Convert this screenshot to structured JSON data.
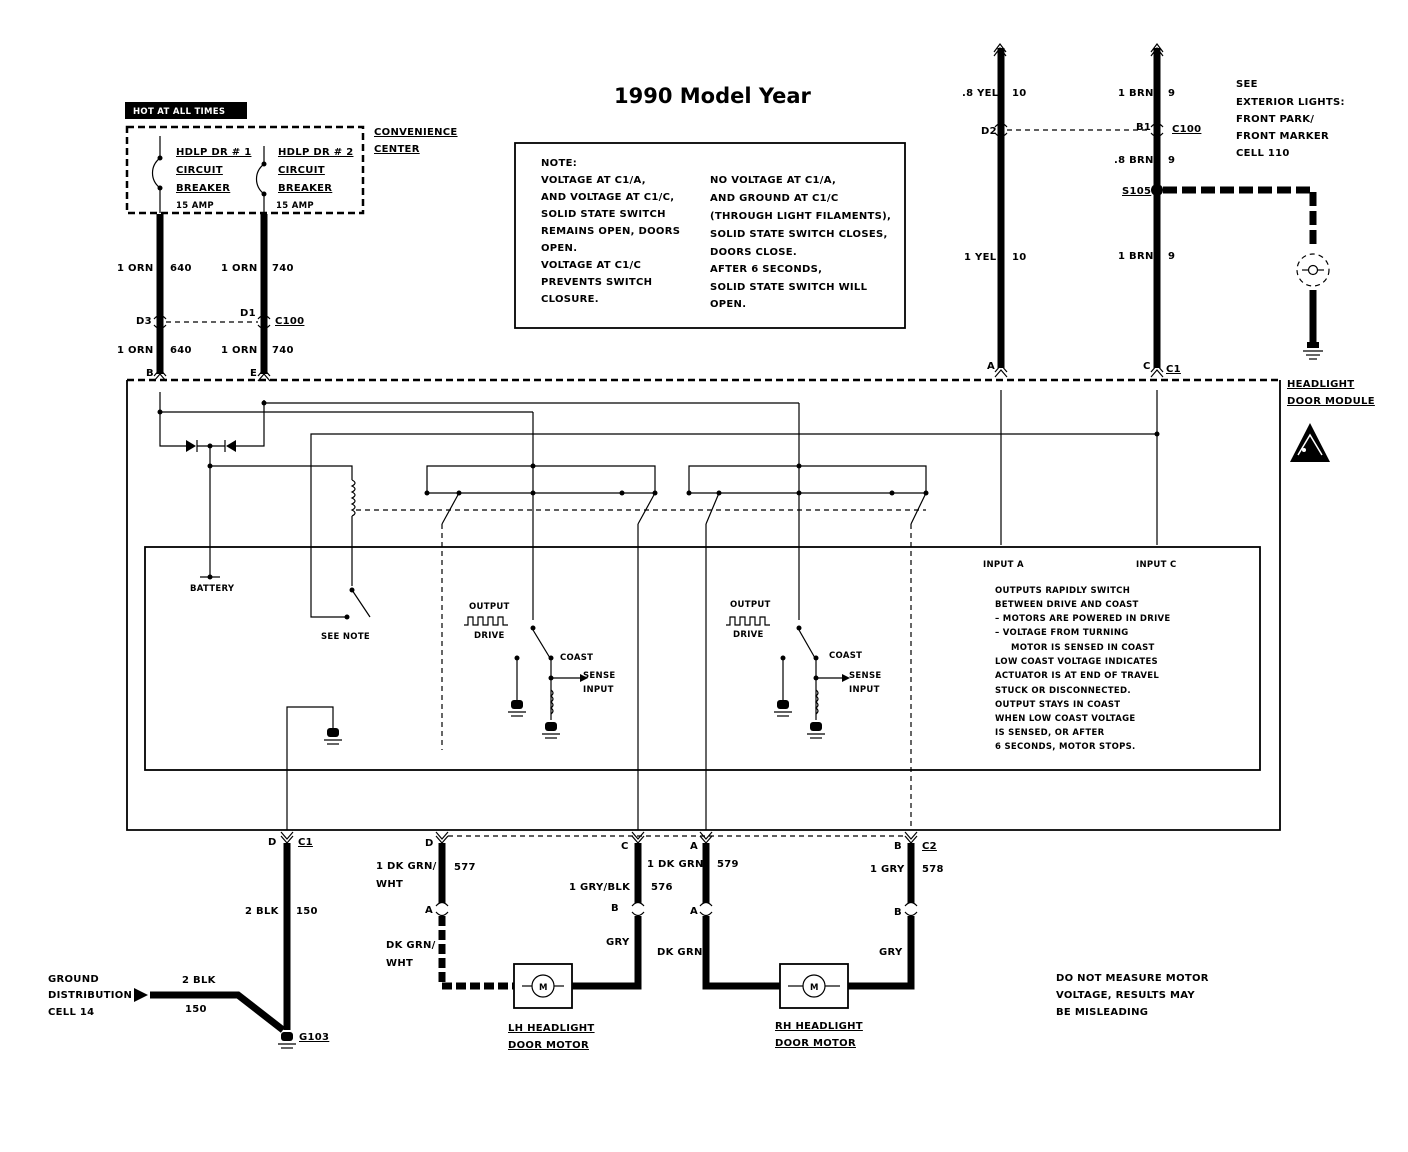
{
  "title": "1990 Model Year",
  "hot_label": "HOT AT ALL TIMES",
  "convenience_center": [
    "CONVENIENCE",
    "CENTER"
  ],
  "breaker1": [
    "HDLP DR # 1",
    "CIRCUIT",
    "BREAKER",
    "15 AMP"
  ],
  "breaker2": [
    "HDLP DR # 2",
    "CIRCUIT",
    "BREAKER",
    "15 AMP"
  ],
  "note_left": [
    "NOTE:",
    "VOLTAGE AT C1/A,",
    "AND VOLTAGE AT C1/C,",
    "SOLID STATE SWITCH",
    "REMAINS OPEN, DOORS",
    "OPEN.",
    "VOLTAGE AT C1/C",
    "PREVENTS SWITCH",
    "CLOSURE."
  ],
  "note_right": [
    "NO VOLTAGE AT C1/A,",
    "AND GROUND AT C1/C",
    "(THROUGH LIGHT FILAMENTS),",
    "SOLID STATE SWITCH CLOSES,",
    "DOORS CLOSE.",
    "AFTER 6 SECONDS,",
    "SOLID STATE SWITCH WILL",
    "OPEN."
  ],
  "see_ext": [
    "SEE",
    "EXTERIOR LIGHTS:",
    "FRONT PARK/",
    "FRONT MARKER",
    "CELL 110"
  ],
  "module_label": [
    "HEADLIGHT",
    "DOOR MODULE"
  ],
  "module_desc": [
    "OUTPUTS RAPIDLY SWITCH",
    "BETWEEN DRIVE AND COAST",
    "– MOTORS ARE POWERED IN DRIVE",
    "– VOLTAGE FROM TURNING",
    "MOTOR IS SENSED IN COAST",
    "LOW COAST VOLTAGE INDICATES",
    "ACTUATOR IS AT END OF TRAVEL",
    "STUCK OR DISCONNECTED.",
    "OUTPUT STAYS IN COAST",
    "WHEN LOW COAST VOLTAGE",
    "IS SENSED, OR AFTER",
    "6 SECONDS, MOTOR STOPS."
  ],
  "bottom_note": [
    "DO NOT MEASURE MOTOR",
    "VOLTAGE, RESULTS MAY",
    "BE MISLEADING"
  ],
  "ground_dist": [
    "GROUND",
    "DISTRIBUTION",
    "CELL 14"
  ],
  "labels": {
    "w640a": "1 ORN",
    "n640a": "640",
    "w740a": "1 ORN",
    "n740a": "740",
    "w640b": "1 ORN",
    "n640b": "640",
    "w740b": "1 ORN",
    "n740b": "740",
    "d3": "D3",
    "d1": "D1",
    "c100_left": "C100",
    "pinB": "B",
    "pinE": "E",
    "w10a": ".8 YEL",
    "n10a": "10",
    "d2": "D2",
    "w10b": "1 YEL",
    "n10b": "10",
    "pinA_top": "A",
    "w9a": "1 BRN",
    "n9a": "9",
    "b1": "B1",
    "c100_right": "C100",
    "w9b": ".8 BRN",
    "n9b": "9",
    "s105": "S105",
    "w9c": "1 BRN",
    "n9c": "9",
    "pinC_top": "C",
    "c1_top": "C1",
    "input_a": "INPUT A",
    "input_c": "INPUT C",
    "battery": "BATTERY",
    "see_note": "SEE NOTE",
    "output1": "OUTPUT",
    "drive1": "DRIVE",
    "coast1": "COAST",
    "sense1a": "SENSE",
    "sense1b": "INPUT",
    "output2": "OUTPUT",
    "drive2": "DRIVE",
    "coast2": "COAST",
    "sense2a": "SENSE",
    "sense2b": "INPUT",
    "pinD_c1": "D",
    "c1_bottom": "C1",
    "w150a": "2 BLK",
    "n150a": "150",
    "w150b": "2 BLK",
    "n150b": "150",
    "g103": "G103",
    "pinD_c2": "D",
    "w577a": "1 DK GRN/",
    "w577b": "WHT",
    "n577": "577",
    "pinA_lh": "A",
    "w577c": "DK GRN/",
    "w577d": "WHT",
    "pinC_c2": "C",
    "w576": "1 GRY/BLK",
    "n576": "576",
    "pinB_lh": "B",
    "w576b": "GRY",
    "pinA_c2": "A",
    "w579": "1 DK GRN",
    "n579": "579",
    "pinA_rh": "A",
    "w579b": "DK GRN",
    "pinB_c2": "B",
    "c2": "C2",
    "w578": "1 GRY",
    "n578": "578",
    "pinB_rh": "B",
    "w578b": "GRY",
    "motor_lh": "M",
    "motor_rh": "M",
    "lh_a": "LH HEADLIGHT",
    "lh_b": "DOOR MOTOR",
    "rh_a": "RH HEADLIGHT",
    "rh_b": "DOOR MOTOR"
  }
}
